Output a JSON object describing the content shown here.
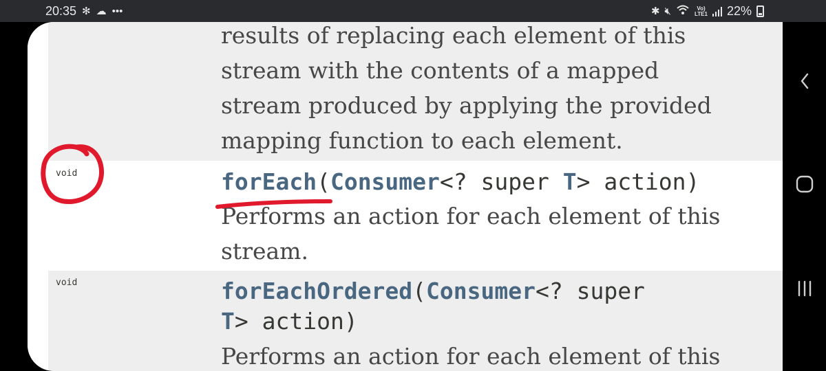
{
  "status_bar": {
    "time": "20:35",
    "left_icons": [
      "fan-icon",
      "cloud-icon",
      "more-dots-icon"
    ],
    "lte_line1": "Vo)",
    "lte_line2": "LTE1",
    "battery": "22%"
  },
  "nav_bar": {
    "back_icon": "chevron-left-icon",
    "home_icon": "rounded-square-icon",
    "recent_icon": "three-bars-icon"
  },
  "rows": [
    {
      "description_lines": [
        "results of replacing each element of this",
        "stream with the contents of a mapped",
        "stream produced by applying the provided",
        "mapping function to each element."
      ]
    },
    {
      "type": "void",
      "method": "forEach",
      "open_paren": "(",
      "param_type": "Consumer",
      "generic_mid": "<? super ",
      "type_param": "T",
      "param_tail": "> action)",
      "description_lines": [
        "Performs an action for each element of this",
        "stream."
      ]
    },
    {
      "type": "void",
      "method": "forEachOrdered",
      "open_paren": "(",
      "param_type": "Consumer",
      "generic_mid": "<? super",
      "type_param": "T",
      "param_tail": "> action)",
      "description_lines": [
        "Performs an action for each element of this"
      ]
    }
  ],
  "annotation_color": "#e0192c"
}
